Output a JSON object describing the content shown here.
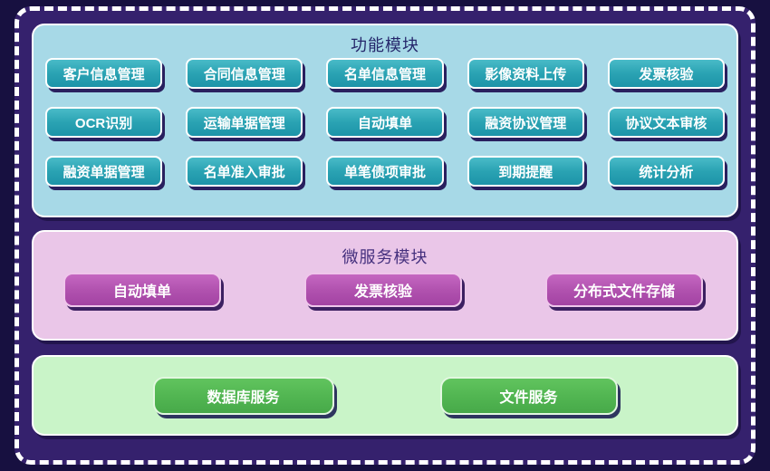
{
  "diagram": {
    "functions": {
      "title": "功能模块",
      "modules": [
        "客户信息管理",
        "合同信息管理",
        "名单信息管理",
        "影像资料上传",
        "发票核验",
        "OCR识别",
        "运输单据管理",
        "自动填单",
        "融资协议管理",
        "协议文本审核",
        "融资单据管理",
        "名单准入审批",
        "单笔债项审批",
        "到期提醒",
        "统计分析"
      ]
    },
    "microservices": {
      "title": "微服务模块",
      "modules": [
        "自动填单",
        "发票核验",
        "分布式文件存储"
      ]
    },
    "base_services": {
      "modules": [
        "数据库服务",
        "文件服务"
      ]
    },
    "colors": {
      "outer_background": "#171040",
      "board_background": "#35216d",
      "dashed_border": "#ffffff",
      "functions_panel": "#a7d9e7",
      "microservices_panel": "#eac6e8",
      "base_panel": "#c9f4c8",
      "function_button": "#27a0b1",
      "microservice_button": "#b152af",
      "base_button": "#52b652"
    }
  }
}
